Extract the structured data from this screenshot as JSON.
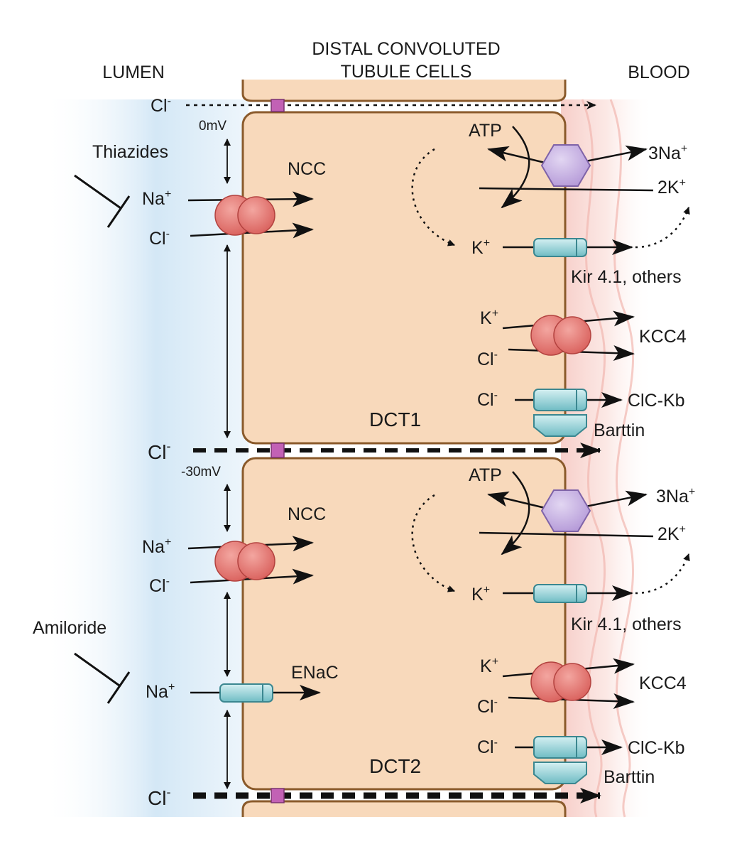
{
  "headers": {
    "lumen": "LUMEN",
    "dct_line1": "DISTAL CONVOLUTED",
    "dct_line2": "TUBULE CELLS",
    "blood": "BLOOD"
  },
  "colors": {
    "lumen": "#6fa8c9",
    "dct": "#9b7a2f",
    "blood": "#b3474d",
    "cell_fill": "#f8d9bb",
    "cell_stroke": "#8a5a2b",
    "transporter": "#dd6d6a",
    "channel": "#8fd0d6",
    "pump": "#c7b3e2",
    "junction": "#c261b5"
  },
  "ions": {
    "cl": "Cl",
    "na": "Na",
    "k": "K",
    "minus": "-",
    "plus": "+",
    "na3": "3Na",
    "k2": "2K",
    "atp": "ATP"
  },
  "drugs": {
    "thiazides": "Thiazides",
    "amiloride": "Amiloride"
  },
  "voltages": {
    "dct1": "0mV",
    "dct2": "-30mV"
  },
  "transporters": {
    "ncc": "NCC",
    "enac": "ENaC",
    "kir": "Kir 4.1, others",
    "kcc4": "KCC4",
    "clckb": "ClC-Kb",
    "barttin": "Barttin"
  },
  "cells": {
    "dct1": "DCT1",
    "dct2": "DCT2"
  }
}
